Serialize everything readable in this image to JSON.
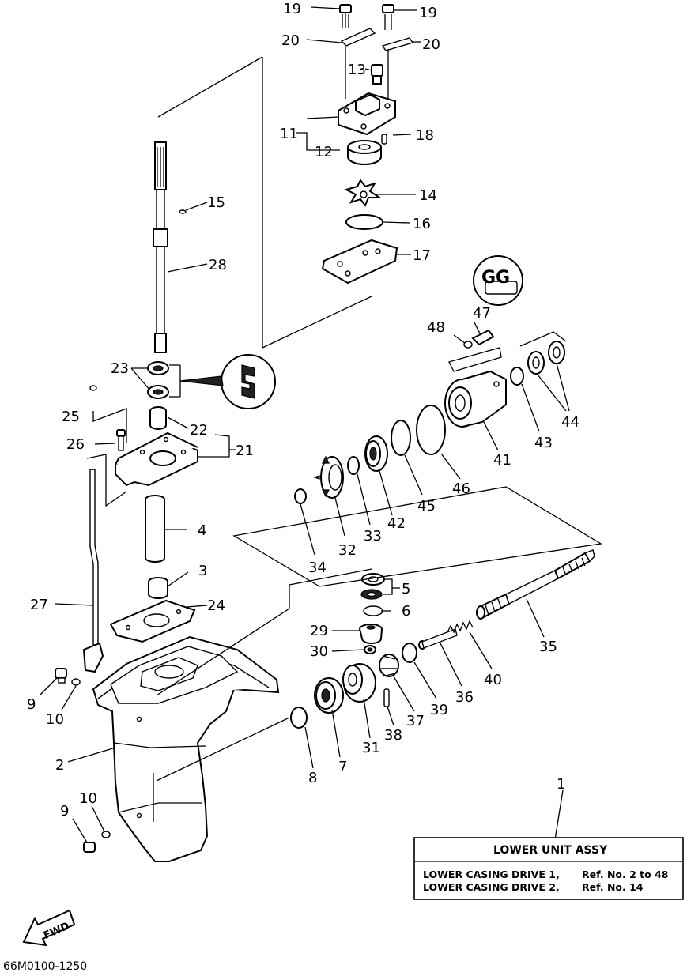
{
  "legend": {
    "title": "LOWER UNIT ASSY",
    "rows": [
      {
        "name": "LOWER CASING DRIVE 1,",
        "ref": "Ref. No. 2 to 48"
      },
      {
        "name": "LOWER CASING DRIVE 2,",
        "ref": "Ref. No. 14"
      }
    ]
  },
  "labels": {
    "p1": "1",
    "p2": "2",
    "p3": "3",
    "p4": "4",
    "p5": "5",
    "p6": "6",
    "p7": "7",
    "p8": "8",
    "p9a": "9",
    "p9b": "9",
    "p10a": "10",
    "p10b": "10",
    "p11": "11",
    "p12": "12",
    "p13": "13",
    "p14": "14",
    "p15": "15",
    "p16": "16",
    "p17": "17",
    "p18": "18",
    "p19a": "19",
    "p19b": "19",
    "p20a": "20",
    "p20b": "20",
    "p21": "21",
    "p22": "22",
    "p23": "23",
    "p24": "24",
    "p25": "25",
    "p26": "26",
    "p27": "27",
    "p28": "28",
    "p29": "29",
    "p30": "30",
    "p31": "31",
    "p32": "32",
    "p33": "33",
    "p34": "34",
    "p35": "35",
    "p36": "36",
    "p37": "37",
    "p38": "38",
    "p39": "39",
    "p40": "40",
    "p41": "41",
    "p42": "42",
    "p43": "43",
    "p44": "44",
    "p45": "45",
    "p46": "46",
    "p47": "47",
    "p48": "48"
  },
  "symbols": {
    "grease": "GG",
    "forward_arrow": "FWD"
  },
  "footer": {
    "diagram_code": "66M0100-1250"
  }
}
